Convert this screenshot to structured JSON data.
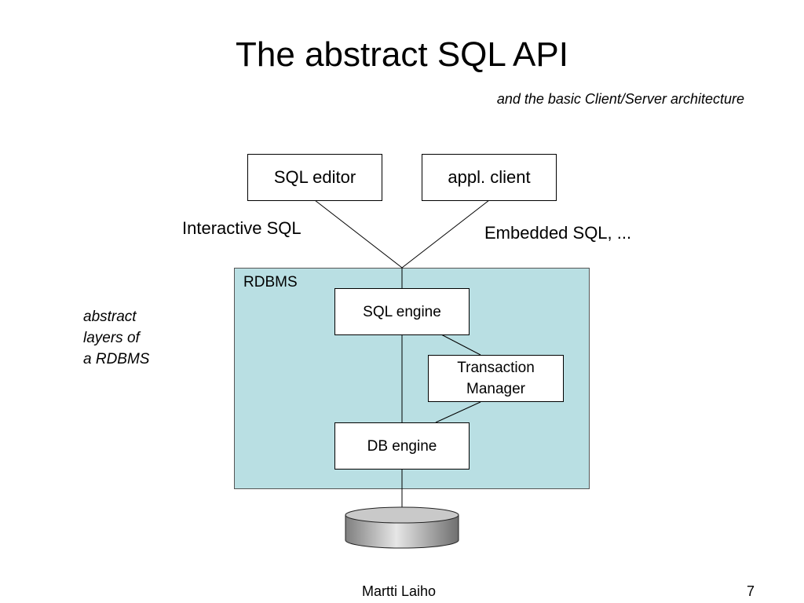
{
  "slide": {
    "title": "The abstract SQL API",
    "subtitle": "and the basic Client/Server architecture",
    "side_note": [
      "abstract",
      "layers of",
      "a RDBMS"
    ],
    "footer": {
      "author": "Martti Laiho",
      "page_number": "7"
    }
  },
  "diagram": {
    "clients": {
      "sql_editor": "SQL editor",
      "appl_client": "appl. client"
    },
    "connections": {
      "interactive": "Interactive SQL",
      "embedded": "Embedded SQL, ..."
    },
    "rdbms": {
      "label": "RDBMS",
      "sql_engine": "SQL engine",
      "transaction_manager": [
        "Transaction",
        "Manager"
      ],
      "db_engine": "DB engine"
    },
    "database_icon": "database-cylinder-icon",
    "colors": {
      "rdbms_fill": "#b9dfe3",
      "box_fill": "#ffffff",
      "lines": "#000000"
    }
  }
}
